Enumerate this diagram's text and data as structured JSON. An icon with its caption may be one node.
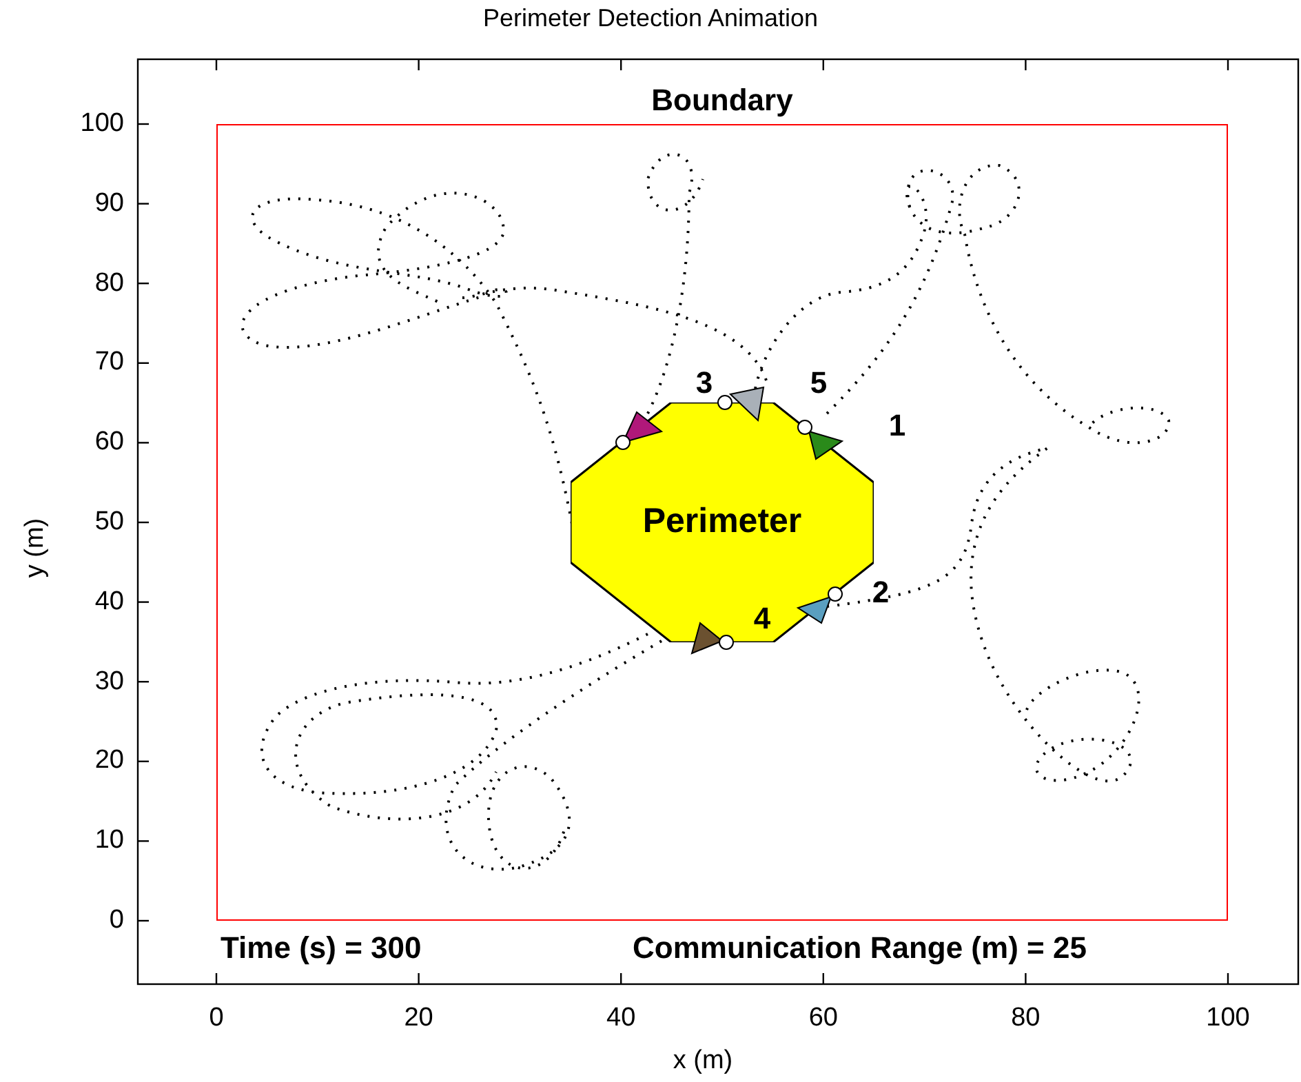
{
  "diagram": {
    "title": "Perimeter Detection Animation",
    "nodes": [
      {
        "text": [
          "Boundary"
        ]
      },
      {
        "text": [
          "Perimeter"
        ],
        "in": 0
      }
    ],
    "edges": [],
    "labels": [
      "100",
      "90",
      "80",
      "70",
      "60",
      "50",
      "40",
      "30",
      "20",
      "10",
      "0",
      "3",
      "5",
      "1",
      "2",
      "4",
      "Time (s) = 300",
      "Communication Range (m) = 25",
      "0",
      "20",
      "40",
      "60",
      "80",
      "100",
      "x (m)",
      "y (m)"
    ]
  }
}
